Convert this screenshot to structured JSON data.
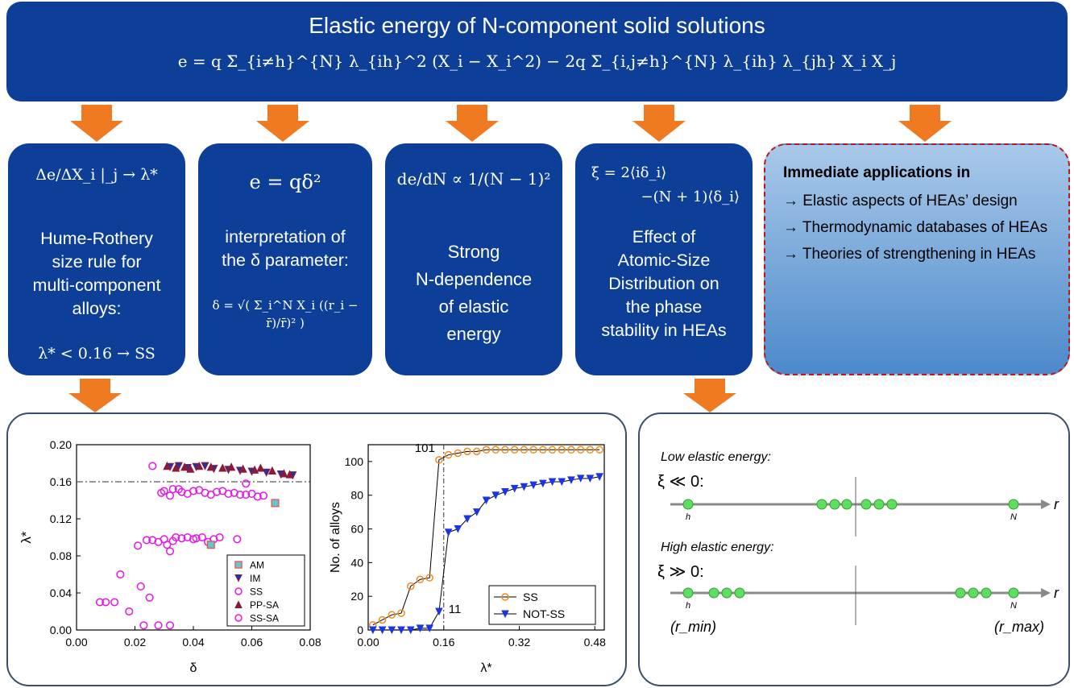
{
  "header": {
    "title": "Elastic energy of N-component solid solutions",
    "equation": "e = q Σ_{i≠h}^{N} λ_{ih}^2 (X_i − X_i^2) − 2q Σ_{i,j≠h}^{N} λ_{ih} λ_{jh} X_i X_j"
  },
  "boxes": [
    {
      "equation": "Δe/ΔX_i |_j → λ*",
      "text_lines": [
        "Hume-Rothery",
        "size rule for",
        "multi-component",
        "alloys:"
      ],
      "footer": "λ* < 0.16 → SS"
    },
    {
      "equation": "e = qδ²",
      "text_lines": [
        "interpretation of",
        "the δ parameter:"
      ],
      "footer": "δ = √( Σ_i^N X_i ((r_i − r̄)/r̄)² )"
    },
    {
      "equation": "de/dN ∝ 1/(N − 1)²",
      "text_lines": [
        "Strong",
        "N-dependence",
        "of elastic",
        "energy"
      ],
      "footer": ""
    },
    {
      "equation": "ξ = 2⟨iδ_i⟩",
      "equation2": "−(N + 1)⟨δ_i⟩",
      "text_lines": [
        "Effect of",
        "Atomic-Size",
        "Distribution on",
        "the phase",
        "stability in HEAs"
      ],
      "footer": ""
    }
  ],
  "applications": {
    "title": "Immediate applications in",
    "items": [
      "→ Elastic aspects of HEAs’ design",
      "→ Thermodynamic databases of HEAs",
      "→ Theories of strengthening in HEAs"
    ]
  },
  "colors": {
    "box_blue": "#0d3f99",
    "arrow_orange": "#f07a22",
    "magenta": "#e617e6",
    "dark_red": "#8b1a3a",
    "orange_series": "#f08a1e",
    "blue_series": "#1a35e6",
    "green_dot": "#5ee05e"
  },
  "chart_data": [
    {
      "type": "scatter",
      "xlabel": "δ",
      "ylabel": "λ*",
      "xlim": [
        0,
        0.08
      ],
      "ylim": [
        0,
        0.2
      ],
      "x_ticks": [
        "0.00",
        "0.02",
        "0.04",
        "0.06",
        "0.08"
      ],
      "y_ticks": [
        "0.00",
        "0.04",
        "0.08",
        "0.12",
        "0.16",
        "0.20"
      ],
      "reference_line": 0.16,
      "legend_position": "bottom-right",
      "series": [
        {
          "name": "AM",
          "marker": "square",
          "points": [
            [
              0.046,
              0.092
            ],
            [
              0.068,
              0.137
            ]
          ]
        },
        {
          "name": "IM",
          "marker": "triangle-down",
          "points": [
            [
              0.032,
              0.176
            ],
            [
              0.035,
              0.177
            ],
            [
              0.038,
              0.175
            ],
            [
              0.041,
              0.176
            ],
            [
              0.044,
              0.177
            ],
            [
              0.047,
              0.174
            ],
            [
              0.052,
              0.173
            ],
            [
              0.056,
              0.172
            ],
            [
              0.06,
              0.171
            ],
            [
              0.065,
              0.17
            ],
            [
              0.07,
              0.168
            ],
            [
              0.074,
              0.167
            ]
          ]
        },
        {
          "name": "SS",
          "marker": "circle",
          "points": [
            [
              0.03,
              0.15
            ],
            [
              0.033,
              0.152
            ],
            [
              0.036,
              0.149
            ],
            [
              0.04,
              0.15
            ],
            [
              0.044,
              0.148
            ],
            [
              0.048,
              0.149
            ],
            [
              0.052,
              0.147
            ],
            [
              0.056,
              0.146
            ],
            [
              0.06,
              0.147
            ],
            [
              0.064,
              0.145
            ],
            [
              0.058,
              0.158
            ],
            [
              0.026,
              0.177
            ]
          ]
        },
        {
          "name": "PP-SA",
          "marker": "triangle-up",
          "points": [
            [
              0.031,
              0.177
            ],
            [
              0.034,
              0.175
            ],
            [
              0.037,
              0.176
            ],
            [
              0.039,
              0.174
            ],
            [
              0.042,
              0.177
            ],
            [
              0.046,
              0.176
            ],
            [
              0.05,
              0.175
            ],
            [
              0.053,
              0.176
            ],
            [
              0.057,
              0.174
            ],
            [
              0.061,
              0.173
            ],
            [
              0.063,
              0.175
            ],
            [
              0.067,
              0.172
            ],
            [
              0.071,
              0.169
            ],
            [
              0.073,
              0.168
            ]
          ]
        },
        {
          "name": "SS-SA",
          "marker": "circle",
          "points": [
            [
              0.008,
              0.03
            ],
            [
              0.01,
              0.03
            ],
            [
              0.013,
              0.03
            ],
            [
              0.015,
              0.06
            ],
            [
              0.018,
              0.02
            ],
            [
              0.021,
              0.091
            ],
            [
              0.022,
              0.047
            ],
            [
              0.023,
              0.005
            ],
            [
              0.024,
              0.097
            ],
            [
              0.025,
              0.035
            ],
            [
              0.026,
              0.097
            ],
            [
              0.028,
              0.095
            ],
            [
              0.028,
              0.005
            ],
            [
              0.03,
              0.098
            ],
            [
              0.031,
              0.092
            ],
            [
              0.032,
              0.085
            ],
            [
              0.032,
              0.005
            ],
            [
              0.033,
              0.096
            ],
            [
              0.034,
              0.1
            ],
            [
              0.036,
              0.099
            ],
            [
              0.038,
              0.1
            ],
            [
              0.04,
              0.098
            ],
            [
              0.041,
              0.099
            ],
            [
              0.043,
              0.1
            ],
            [
              0.045,
              0.095
            ],
            [
              0.047,
              0.098
            ],
            [
              0.049,
              0.1
            ],
            [
              0.055,
              0.098
            ],
            [
              0.029,
              0.148
            ],
            [
              0.032,
              0.145
            ],
            [
              0.035,
              0.152
            ],
            [
              0.038,
              0.147
            ],
            [
              0.042,
              0.151
            ],
            [
              0.046,
              0.146
            ],
            [
              0.05,
              0.15
            ],
            [
              0.054,
              0.148
            ],
            [
              0.058,
              0.146
            ],
            [
              0.062,
              0.144
            ]
          ]
        }
      ],
      "legend": [
        "AM",
        "IM",
        "SS",
        "PP-SA",
        "SS-SA"
      ]
    },
    {
      "type": "line",
      "xlabel": "λ*",
      "ylabel": "No. of alloys",
      "xlim": [
        0,
        0.5
      ],
      "ylim": [
        0,
        110
      ],
      "x_ticks": [
        "0.00",
        "0.16",
        "0.32",
        "0.48"
      ],
      "y_ticks": [
        "0",
        "20",
        "40",
        "60",
        "80",
        "100"
      ],
      "vertical_line": 0.16,
      "annotations": [
        {
          "text": "101",
          "x": 0.155,
          "y": 101
        },
        {
          "text": "11",
          "x": 0.16,
          "y": 11
        }
      ],
      "legend_position": "bottom-right",
      "series": [
        {
          "name": "SS",
          "marker": "circle-open",
          "x": [
            0.01,
            0.03,
            0.05,
            0.07,
            0.09,
            0.11,
            0.13,
            0.15,
            0.17,
            0.19,
            0.21,
            0.23,
            0.25,
            0.27,
            0.29,
            0.31,
            0.33,
            0.35,
            0.37,
            0.39,
            0.41,
            0.43,
            0.45,
            0.47,
            0.49
          ],
          "y": [
            3,
            6,
            9,
            10,
            26,
            30,
            31,
            101,
            104,
            105,
            106,
            106,
            107,
            107,
            107,
            107,
            107,
            107,
            107,
            107,
            107,
            107,
            107,
            107,
            107
          ]
        },
        {
          "name": "NOT-SS",
          "marker": "triangle-down",
          "x": [
            0.01,
            0.03,
            0.05,
            0.07,
            0.09,
            0.11,
            0.13,
            0.15,
            0.17,
            0.19,
            0.21,
            0.23,
            0.25,
            0.27,
            0.29,
            0.31,
            0.33,
            0.35,
            0.37,
            0.39,
            0.41,
            0.43,
            0.45,
            0.47,
            0.49
          ],
          "y": [
            0,
            0,
            0,
            0,
            0,
            1,
            1,
            11,
            58,
            60,
            66,
            70,
            77,
            80,
            82,
            84,
            85,
            86,
            87,
            88,
            88,
            89,
            90,
            90,
            91
          ]
        }
      ],
      "legend": [
        "SS",
        "NOT-SS"
      ]
    }
  ],
  "distribution": {
    "low_label": "Low elastic energy:",
    "low_condition": "ξ ≪ 0:",
    "high_label": "High elastic energy:",
    "high_condition": "ξ ≫ 0:",
    "axis_var": "r",
    "start_label": "h",
    "end_label": "N",
    "rmin_label": "(r_min)",
    "rmax_label": "(r_max)"
  }
}
